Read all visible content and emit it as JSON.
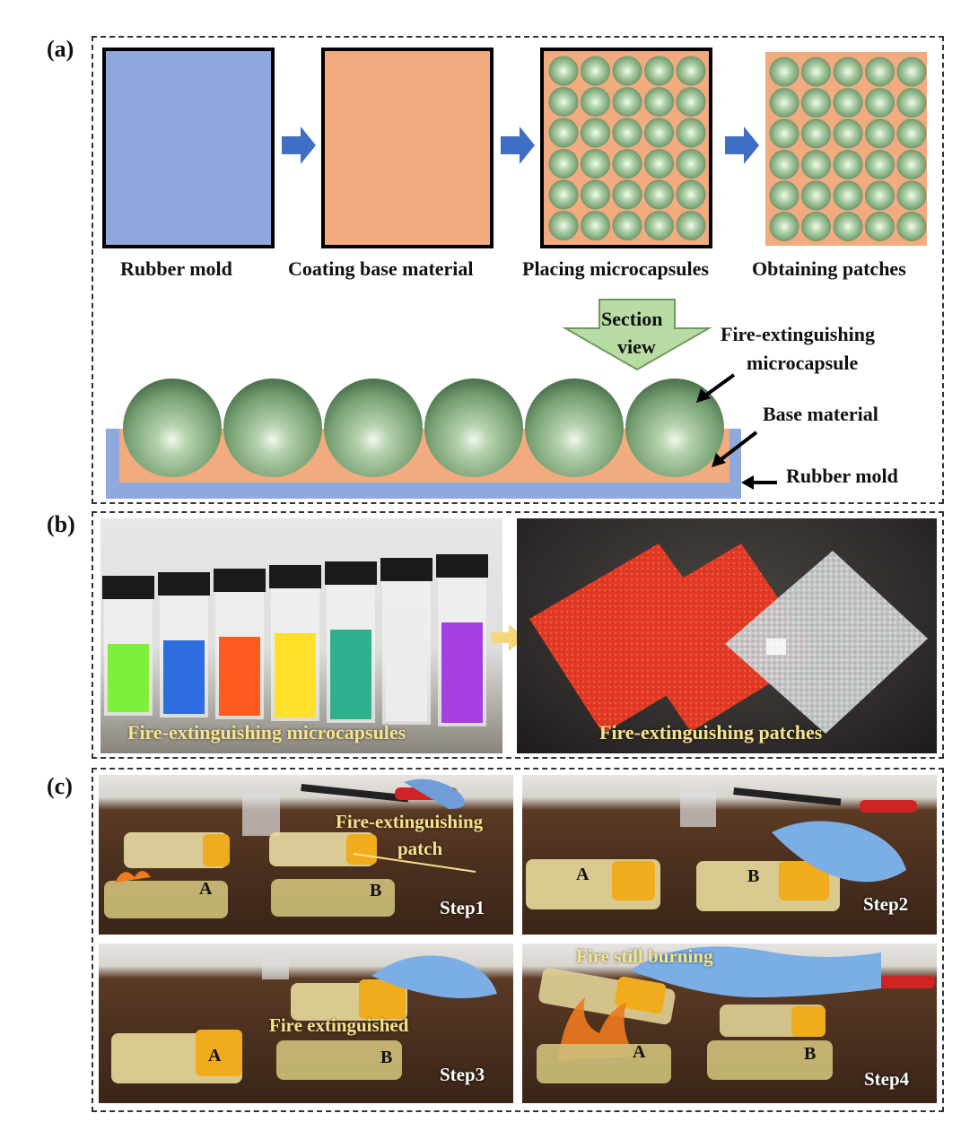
{
  "panels": {
    "a": "(a)",
    "b": "(b)",
    "c": "(c)"
  },
  "steps_a": [
    "Rubber mold",
    "Coating base material",
    "Placing microcapsules",
    "Obtaining patches"
  ],
  "section_view": {
    "line1": "Section",
    "line2": "view"
  },
  "section_labels": {
    "microcapsule_line1": "Fire-extinguishing",
    "microcapsule_line2": "microcapsule",
    "base_material": "Base material",
    "rubber_mold": "Rubber mold"
  },
  "panel_b": {
    "left_caption": "Fire-extinguishing microcapsules",
    "right_caption": "Fire-extinguishing patches"
  },
  "panel_c": {
    "patch_line1": "Fire-extinguishing",
    "patch_line2": "patch",
    "step1": "Step1",
    "step2": "Step2",
    "step3": "Step3",
    "step4": "Step4",
    "fire_extinguished": "Fire extinguished",
    "fire_still_burning": "Fire still burning",
    "label_a": "A",
    "label_b": "B"
  },
  "colors": {
    "rubber_mold": "#8fa9dc",
    "base_material": "#f2aa7f",
    "microcapsule": "#9fc49a",
    "arrow": "#3e6fc4",
    "section_arrow": "#b8dca3",
    "caption_yellow": "#f6e38a"
  }
}
